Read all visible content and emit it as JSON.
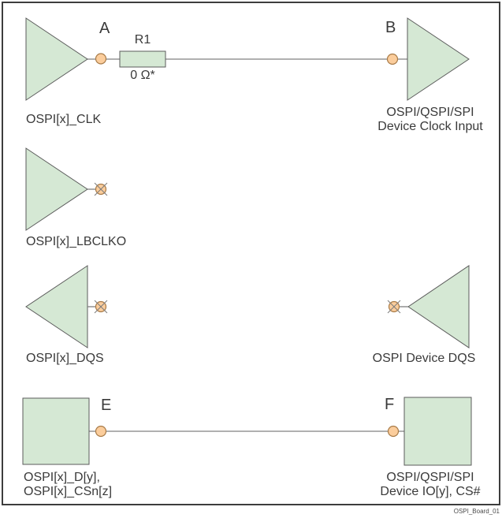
{
  "figure": {
    "id_label": "OSPI_Board_01"
  },
  "colors": {
    "symbol_fill": "#d5e8d4",
    "symbol_stroke": "#5b5b5b",
    "node_fill": "#fbcd9c",
    "node_stroke": "#a87b48",
    "wire": "#808080",
    "frame": "#3d3d3d",
    "text": "#3a3a3a"
  },
  "nodes": {
    "a": "A",
    "b": "B",
    "e": "E",
    "f": "F"
  },
  "resistor": {
    "refdes": "R1",
    "value": "0 Ω*"
  },
  "rows": {
    "clock": {
      "driver_label": "OSPI[x]_CLK",
      "receiver_caption_line1": "OSPI/QSPI/SPI",
      "receiver_caption_line2": "Device Clock Input"
    },
    "loopback": {
      "driver_label": "OSPI[x]_LBCLKO"
    },
    "dqs": {
      "receiver_label": "OSPI[x]_DQS",
      "device_label": "OSPI Device DQS"
    },
    "data": {
      "left_label_line1": "OSPI[x]_D[y],",
      "left_label_line2": "OSPI[x]_CSn[z]",
      "right_caption_line1": "OSPI/QSPI/SPI",
      "right_caption_line2": "Device IO[y], CS#"
    }
  }
}
